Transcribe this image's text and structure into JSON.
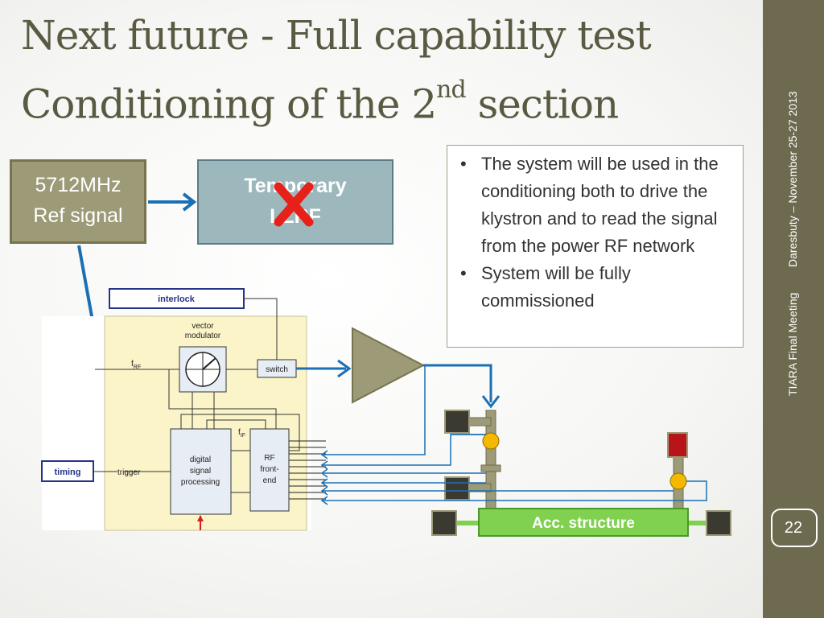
{
  "title": {
    "line1": "Next future - Full capability test",
    "line2_main": "Conditioning of the 2",
    "line2_sup": "nd",
    "line2_end": " section"
  },
  "ref_signal": {
    "line1": "5712MHz",
    "line2": "Ref signal"
  },
  "llrf_box": {
    "line1": "Temporary",
    "line2": "LLRF",
    "status": "crossed-out"
  },
  "bullets": [
    "The system will be used in the conditioning  both to drive the klystron and to read the signal from the power RF network",
    "System will be fully commissioned"
  ],
  "diagram": {
    "interlock": "interlock",
    "vector_modulator": [
      "vector",
      "modulator"
    ],
    "f_rf": "f",
    "f_rf_sub": "RF",
    "switch": "switch",
    "f_if": "f",
    "f_if_sub": "IF",
    "timing": "timing",
    "trigger": "trigger",
    "dsp": [
      "digital",
      "signal",
      "processing"
    ],
    "rf_front_end": [
      "RF",
      "front-",
      "end"
    ],
    "acc_structure": "Acc. structure"
  },
  "sidebar": {
    "footer": "TIARA Final Meeting",
    "date": "Daresbuty – November 25-27 2013",
    "page_number": "22"
  },
  "colors": {
    "sidebar": "#6e6a4f",
    "title": "#5a5a43",
    "arrow": "#1b6fb5",
    "acc_structure": "#7fd14f",
    "pickup": "#f5b800",
    "load": "#3b3a30"
  }
}
